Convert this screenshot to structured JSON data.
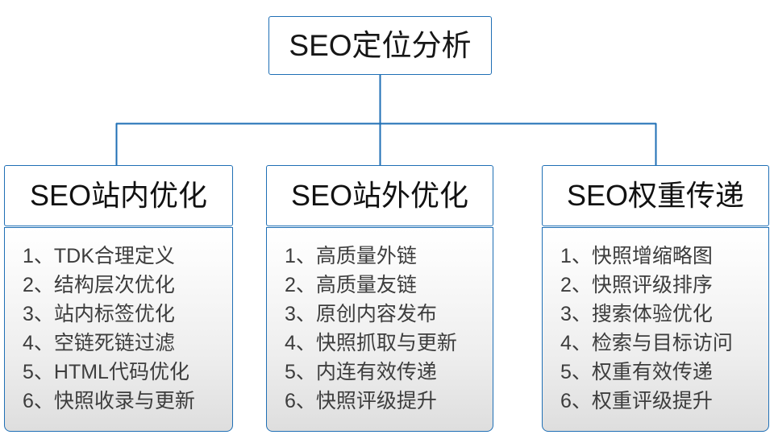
{
  "diagram": {
    "type": "organizational-tree",
    "accent_color": "#1f6fb5",
    "root": {
      "label": "SEO定位分析"
    },
    "branches": [
      {
        "header": "SEO站内优化",
        "items": [
          "1、TDK合理定义",
          "2、结构层次优化",
          "3、站内标签优化",
          "4、空链死链过滤",
          "5、HTML代码优化",
          "6、快照收录与更新"
        ]
      },
      {
        "header": "SEO站外优化",
        "items": [
          "1、高质量外链",
          "2、高质量友链",
          "3、原创内容发布",
          "4、快照抓取与更新",
          "5、内连有效传递",
          "6、快照评级提升"
        ]
      },
      {
        "header": "SEO权重传递",
        "items": [
          "1、快照增缩略图",
          "2、快照评级排序",
          "3、搜索体验优化",
          "4、检索与目标访问",
          "5、权重有效传递",
          "6、权重评级提升"
        ]
      }
    ]
  }
}
